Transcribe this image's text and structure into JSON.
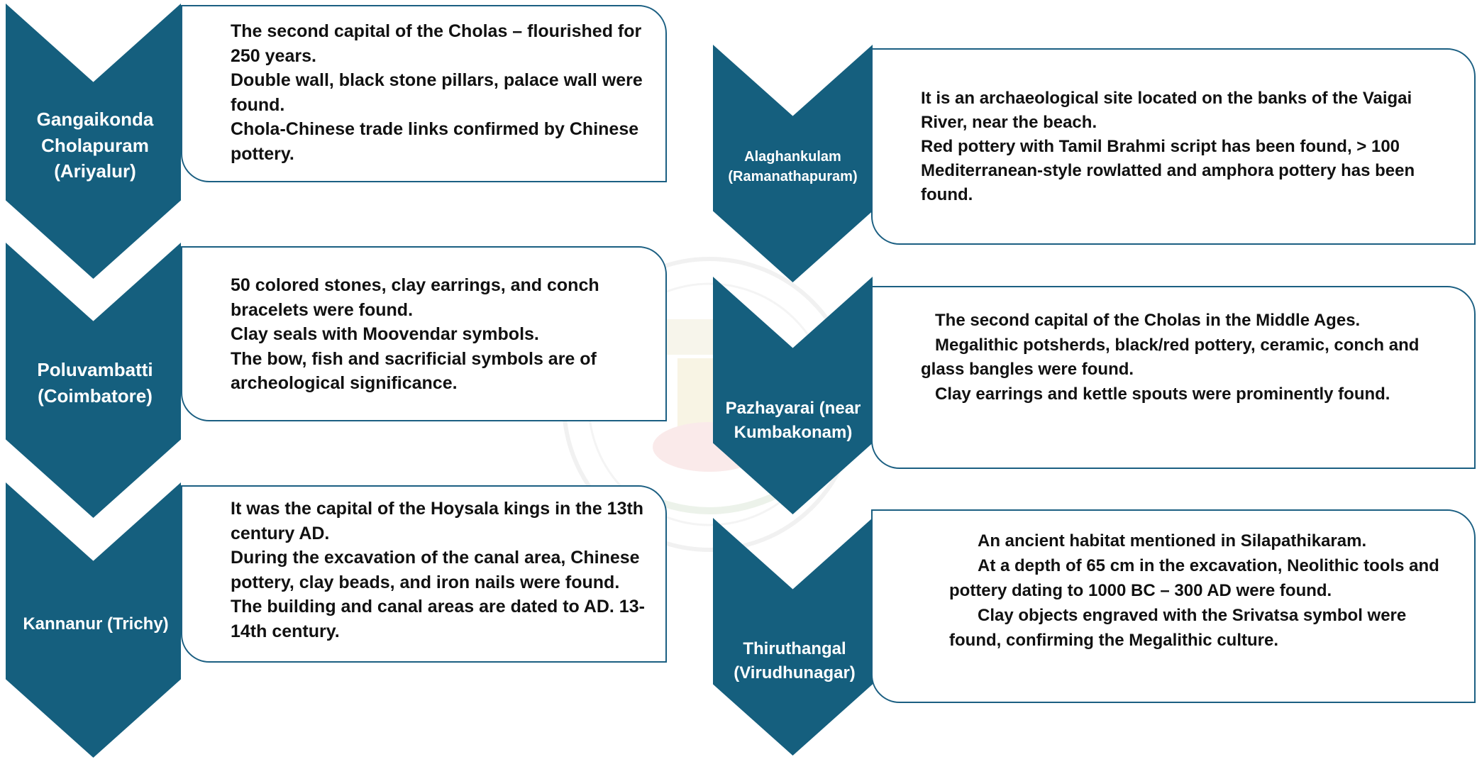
{
  "sites": [
    {
      "name": "Gangaikonda Cholapuram (Ariyalur)",
      "lines": [
        " The second capital of the Cholas – flourished for 250 years.",
        " Double wall, black stone pillars, palace wall were found.",
        " Chola-Chinese trade links confirmed by Chinese pottery."
      ]
    },
    {
      "name": "Poluvambatti (Coimbatore)",
      "lines": [
        " 50 colored stones, clay earrings, and conch bracelets were found.",
        " Clay seals with Moovendar symbols.",
        " The bow, fish and sacrificial symbols are of archeological significance."
      ]
    },
    {
      "name": "Kannanur (Trichy)",
      "lines": [
        " It was the capital of the Hoysala kings in the 13th century AD.",
        " During the excavation of the canal area, Chinese pottery, clay beads, and iron nails were found.",
        " The building and canal areas are dated to AD. 13-14th century."
      ]
    },
    {
      "name": "Alaghankulam (Ramanathapuram)",
      "lines": [
        " It is an archaeological site located on the banks of the Vaigai River, near the beach.",
        " Red pottery with Tamil Brahmi script has been found, > 100 Mediterranean-style rowlatted and amphora pottery has been found."
      ]
    },
    {
      "name": "Pazhayarai (near Kumbakonam)",
      "lines": [
        "   The second capital of the Cholas in the Middle Ages.",
        "   Megalithic potsherds, black/red pottery, ceramic, conch and glass bangles were found.",
        "   Clay earrings and kettle spouts were prominently found."
      ]
    },
    {
      "name": "Thiruthangal (Virudhunagar)",
      "lines": [
        "      An ancient habitat mentioned in Silapathikaram.",
        "      At a depth of 65 cm in the excavation, Neolithic tools and pottery dating to 1000 BC – 300 AD were found.",
        "      Clay objects engraved with the Srivatsa symbol were found, confirming the Megalithic culture."
      ]
    }
  ]
}
